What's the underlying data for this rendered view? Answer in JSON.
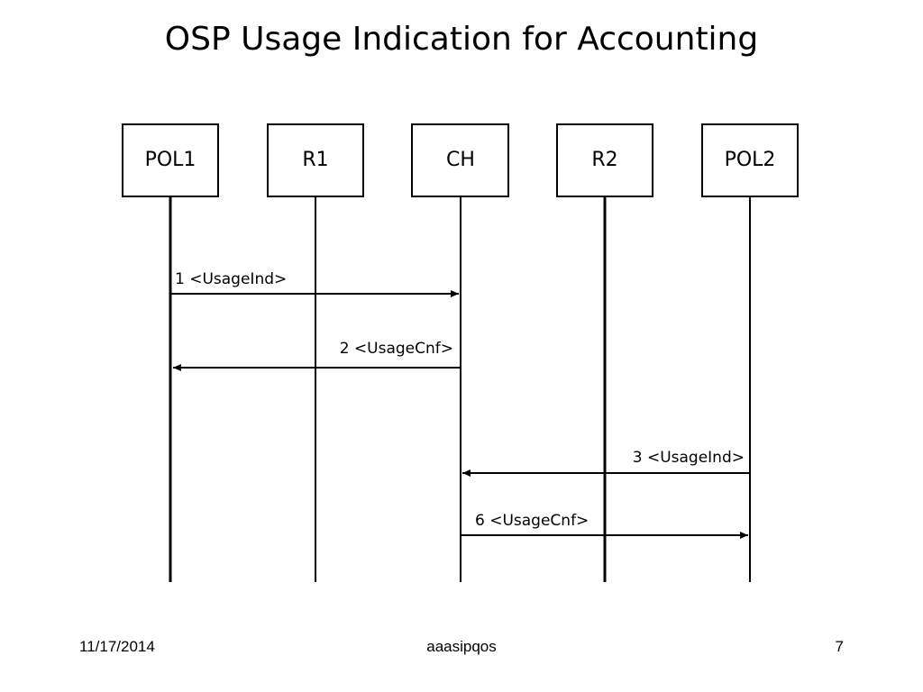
{
  "slide": {
    "title": "OSP Usage Indication for Accounting"
  },
  "diagram": {
    "participants": [
      {
        "id": "pol1",
        "label": "POL1"
      },
      {
        "id": "r1",
        "label": "R1"
      },
      {
        "id": "ch",
        "label": "CH"
      },
      {
        "id": "r2",
        "label": "R2"
      },
      {
        "id": "pol2",
        "label": "POL2"
      }
    ],
    "messages": [
      {
        "label": "1 <UsageInd>",
        "from": "pol1",
        "to": "ch"
      },
      {
        "label": "2 <UsageCnf>",
        "from": "ch",
        "to": "pol1"
      },
      {
        "label": "3 <UsageInd>",
        "from": "pol2",
        "to": "ch"
      },
      {
        "label": "6 <UsageCnf>",
        "from": "ch",
        "to": "pol2"
      }
    ]
  },
  "footer": {
    "date": "11/17/2014",
    "name": "aaasipqos",
    "page": "7"
  }
}
